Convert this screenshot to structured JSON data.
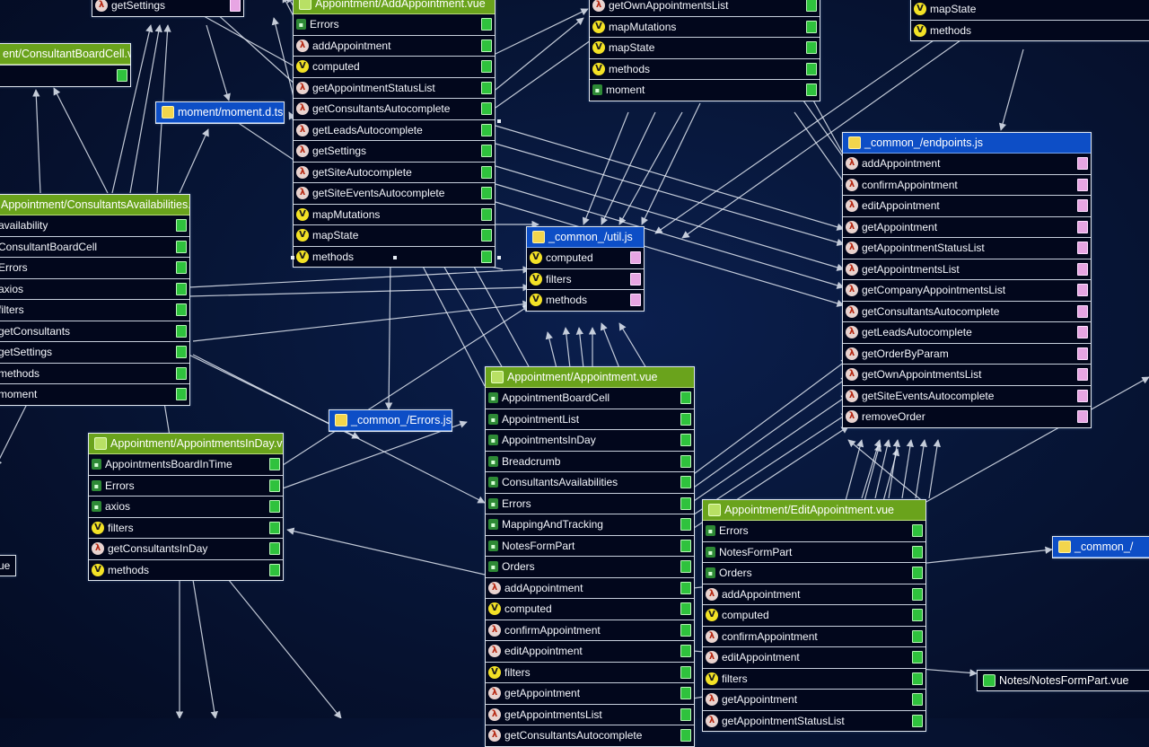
{
  "nodes": [
    {
      "id": "top-left-getsettings",
      "title": "",
      "header": "none",
      "rows": [
        {
          "label": "getSettings",
          "kind": "lambda",
          "port": "p"
        }
      ]
    },
    {
      "id": "consultantboardcell",
      "title": "ent/ConsultantBoardCell.vue",
      "header": "green",
      "rows": [
        {
          "label": "",
          "kind": "none",
          "port": "g"
        }
      ]
    },
    {
      "id": "moment-dts",
      "title": "moment/moment.d.ts",
      "header": "blue",
      "rows": []
    },
    {
      "id": "appointment-add",
      "title": "Appointment/AddAppointment.vue",
      "header": "green",
      "rows": [
        {
          "label": "Errors",
          "kind": "comp",
          "port": "g"
        },
        {
          "label": "addAppointment",
          "kind": "lambda",
          "port": "g"
        },
        {
          "label": "computed",
          "kind": "vv",
          "port": "g"
        },
        {
          "label": "getAppointmentStatusList",
          "kind": "lambda",
          "port": "g"
        },
        {
          "label": "getConsultantsAutocomplete",
          "kind": "lambda",
          "port": "g"
        },
        {
          "label": "getLeadsAutocomplete",
          "kind": "lambda",
          "port": "g"
        },
        {
          "label": "getSettings",
          "kind": "lambda",
          "port": "g"
        },
        {
          "label": "getSiteAutocomplete",
          "kind": "lambda",
          "port": "g"
        },
        {
          "label": "getSiteEventsAutocomplete",
          "kind": "lambda",
          "port": "g"
        },
        {
          "label": "mapMutations",
          "kind": "vv",
          "port": "g"
        },
        {
          "label": "mapState",
          "kind": "vv",
          "port": "g"
        },
        {
          "label": "methods",
          "kind": "vv",
          "port": "g"
        }
      ]
    },
    {
      "id": "top-middle-list",
      "title": "",
      "header": "none",
      "rows": [
        {
          "label": "getOwnAppointmentsList",
          "kind": "lambda",
          "port": "g"
        },
        {
          "label": "mapMutations",
          "kind": "vv",
          "port": "g"
        },
        {
          "label": "mapState",
          "kind": "vv",
          "port": "g"
        },
        {
          "label": "methods",
          "kind": "vv",
          "port": "g"
        },
        {
          "label": "moment",
          "kind": "comp",
          "port": "g"
        }
      ]
    },
    {
      "id": "top-right-list",
      "title": "",
      "header": "none",
      "rows": [
        {
          "label": "mapState",
          "kind": "vv",
          "port": "none"
        },
        {
          "label": "methods",
          "kind": "vv",
          "port": "none"
        }
      ]
    },
    {
      "id": "consultants-availabilities",
      "title": "Appointment/ConsultantsAvailabilities.vue",
      "header": "green",
      "rows": [
        {
          "label": "availability",
          "kind": "none",
          "port": "g"
        },
        {
          "label": "ConsultantBoardCell",
          "kind": "none",
          "port": "g"
        },
        {
          "label": "Errors",
          "kind": "none",
          "port": "g"
        },
        {
          "label": "axios",
          "kind": "none",
          "port": "g"
        },
        {
          "label": "filters",
          "kind": "none",
          "port": "g"
        },
        {
          "label": "getConsultants",
          "kind": "none",
          "port": "g"
        },
        {
          "label": "getSettings",
          "kind": "none",
          "port": "g"
        },
        {
          "label": "methods",
          "kind": "none",
          "port": "g"
        },
        {
          "label": "moment",
          "kind": "none",
          "port": "g"
        }
      ]
    },
    {
      "id": "common-util",
      "title": "_common_/util.js",
      "header": "blue",
      "rows": [
        {
          "label": "computed",
          "kind": "vv",
          "port": "p"
        },
        {
          "label": "filters",
          "kind": "vv",
          "port": "p"
        },
        {
          "label": "methods",
          "kind": "vv",
          "port": "p"
        }
      ]
    },
    {
      "id": "common-endpoints",
      "title": "_common_/endpoints.js",
      "header": "blue",
      "rows": [
        {
          "label": "addAppointment",
          "kind": "lambda",
          "port": "p"
        },
        {
          "label": "confirmAppointment",
          "kind": "lambda",
          "port": "p"
        },
        {
          "label": "editAppointment",
          "kind": "lambda",
          "port": "p"
        },
        {
          "label": "getAppointment",
          "kind": "lambda",
          "port": "p"
        },
        {
          "label": "getAppointmentStatusList",
          "kind": "lambda",
          "port": "p"
        },
        {
          "label": "getAppointmentsList",
          "kind": "lambda",
          "port": "p"
        },
        {
          "label": "getCompanyAppointmentsList",
          "kind": "lambda",
          "port": "p"
        },
        {
          "label": "getConsultantsAutocomplete",
          "kind": "lambda",
          "port": "p"
        },
        {
          "label": "getLeadsAutocomplete",
          "kind": "lambda",
          "port": "p"
        },
        {
          "label": "getOrderByParam",
          "kind": "lambda",
          "port": "p"
        },
        {
          "label": "getOwnAppointmentsList",
          "kind": "lambda",
          "port": "p"
        },
        {
          "label": "getSiteEventsAutocomplete",
          "kind": "lambda",
          "port": "p"
        },
        {
          "label": "removeOrder",
          "kind": "lambda",
          "port": "p"
        }
      ]
    },
    {
      "id": "common-errors",
      "title": "_common_/Errors.js",
      "header": "blue",
      "rows": []
    },
    {
      "id": "appointments-in-day",
      "title": "Appointment/AppointmentsInDay.vue",
      "header": "green",
      "rows": [
        {
          "label": "AppointmentsBoardInTime",
          "kind": "comp",
          "port": "g"
        },
        {
          "label": "Errors",
          "kind": "comp",
          "port": "g"
        },
        {
          "label": "axios",
          "kind": "comp",
          "port": "g"
        },
        {
          "label": "filters",
          "kind": "vv",
          "port": "g"
        },
        {
          "label": "getConsultantsInDay",
          "kind": "lambda",
          "port": "g"
        },
        {
          "label": "methods",
          "kind": "vv",
          "port": "g"
        }
      ]
    },
    {
      "id": "appointment-appointment",
      "title": "Appointment/Appointment.vue",
      "header": "green",
      "rows": [
        {
          "label": "AppointmentBoardCell",
          "kind": "comp",
          "port": "g"
        },
        {
          "label": "AppointmentList",
          "kind": "comp",
          "port": "g"
        },
        {
          "label": "AppointmentsInDay",
          "kind": "comp",
          "port": "g"
        },
        {
          "label": "Breadcrumb",
          "kind": "comp",
          "port": "g"
        },
        {
          "label": "ConsultantsAvailabilities",
          "kind": "comp",
          "port": "g"
        },
        {
          "label": "Errors",
          "kind": "comp",
          "port": "g"
        },
        {
          "label": "MappingAndTracking",
          "kind": "comp",
          "port": "g"
        },
        {
          "label": "NotesFormPart",
          "kind": "comp",
          "port": "g"
        },
        {
          "label": "Orders",
          "kind": "comp",
          "port": "g"
        },
        {
          "label": "addAppointment",
          "kind": "lambda",
          "port": "g"
        },
        {
          "label": "computed",
          "kind": "vv",
          "port": "g"
        },
        {
          "label": "confirmAppointment",
          "kind": "lambda",
          "port": "g"
        },
        {
          "label": "editAppointment",
          "kind": "lambda",
          "port": "g"
        },
        {
          "label": "filters",
          "kind": "vv",
          "port": "g"
        },
        {
          "label": "getAppointment",
          "kind": "lambda",
          "port": "g"
        },
        {
          "label": "getAppointmentsList",
          "kind": "lambda",
          "port": "g"
        },
        {
          "label": "getConsultantsAutocomplete",
          "kind": "lambda",
          "port": "g"
        }
      ]
    },
    {
      "id": "appointment-edit",
      "title": "Appointment/EditAppointment.vue",
      "header": "green",
      "rows": [
        {
          "label": "Errors",
          "kind": "comp",
          "port": "g"
        },
        {
          "label": "NotesFormPart",
          "kind": "comp",
          "port": "g"
        },
        {
          "label": "Orders",
          "kind": "comp",
          "port": "g"
        },
        {
          "label": "addAppointment",
          "kind": "lambda",
          "port": "g"
        },
        {
          "label": "computed",
          "kind": "vv",
          "port": "g"
        },
        {
          "label": "confirmAppointment",
          "kind": "lambda",
          "port": "g"
        },
        {
          "label": "editAppointment",
          "kind": "lambda",
          "port": "g"
        },
        {
          "label": "filters",
          "kind": "vv",
          "port": "g"
        },
        {
          "label": "getAppointment",
          "kind": "lambda",
          "port": "g"
        },
        {
          "label": "getAppointmentStatusList",
          "kind": "lambda",
          "port": "g"
        }
      ]
    },
    {
      "id": "left-edge-vue",
      "title": "ue",
      "header": "none",
      "rows": []
    },
    {
      "id": "common-right-edge",
      "title": "_common_/",
      "header": "blue",
      "rows": []
    },
    {
      "id": "notes-formpart",
      "title": "Notes/NotesFormPart.vue",
      "header": "plain",
      "rows": []
    }
  ]
}
